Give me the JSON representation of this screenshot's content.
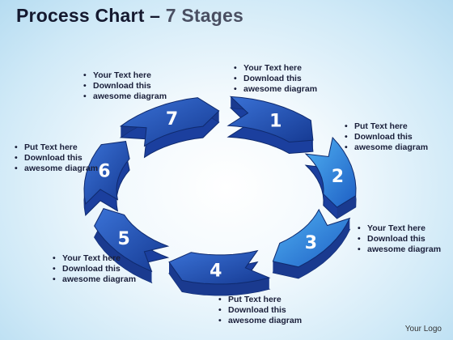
{
  "title": {
    "main": "Process Chart",
    "dash": "–",
    "sub": "7 Stages"
  },
  "stages": [
    {
      "number": "1",
      "line1": "Your Text here",
      "line2": "Download this",
      "line3": "awesome diagram"
    },
    {
      "number": "2",
      "line1": "Put Text here",
      "line2": "Download this",
      "line3": "awesome diagram"
    },
    {
      "number": "3",
      "line1": "Your Text here",
      "line2": "Download this",
      "line3": "awesome diagram"
    },
    {
      "number": "4",
      "line1": "Put Text here",
      "line2": "Download this",
      "line3": "awesome diagram"
    },
    {
      "number": "5",
      "line1": "Your Text here",
      "line2": "Download this",
      "line3": "awesome diagram"
    },
    {
      "number": "6",
      "line1": "Put Text here",
      "line2": "Download this",
      "line3": "awesome diagram"
    },
    {
      "number": "7",
      "line1": "Your Text here",
      "line2": "Download this",
      "line3": "awesome diagram"
    }
  ],
  "logo": "Your Logo",
  "colors": {
    "arrow_dark": "#1b3f9e",
    "arrow_light": "#2e8ee0",
    "text": "#1a1f3a"
  }
}
